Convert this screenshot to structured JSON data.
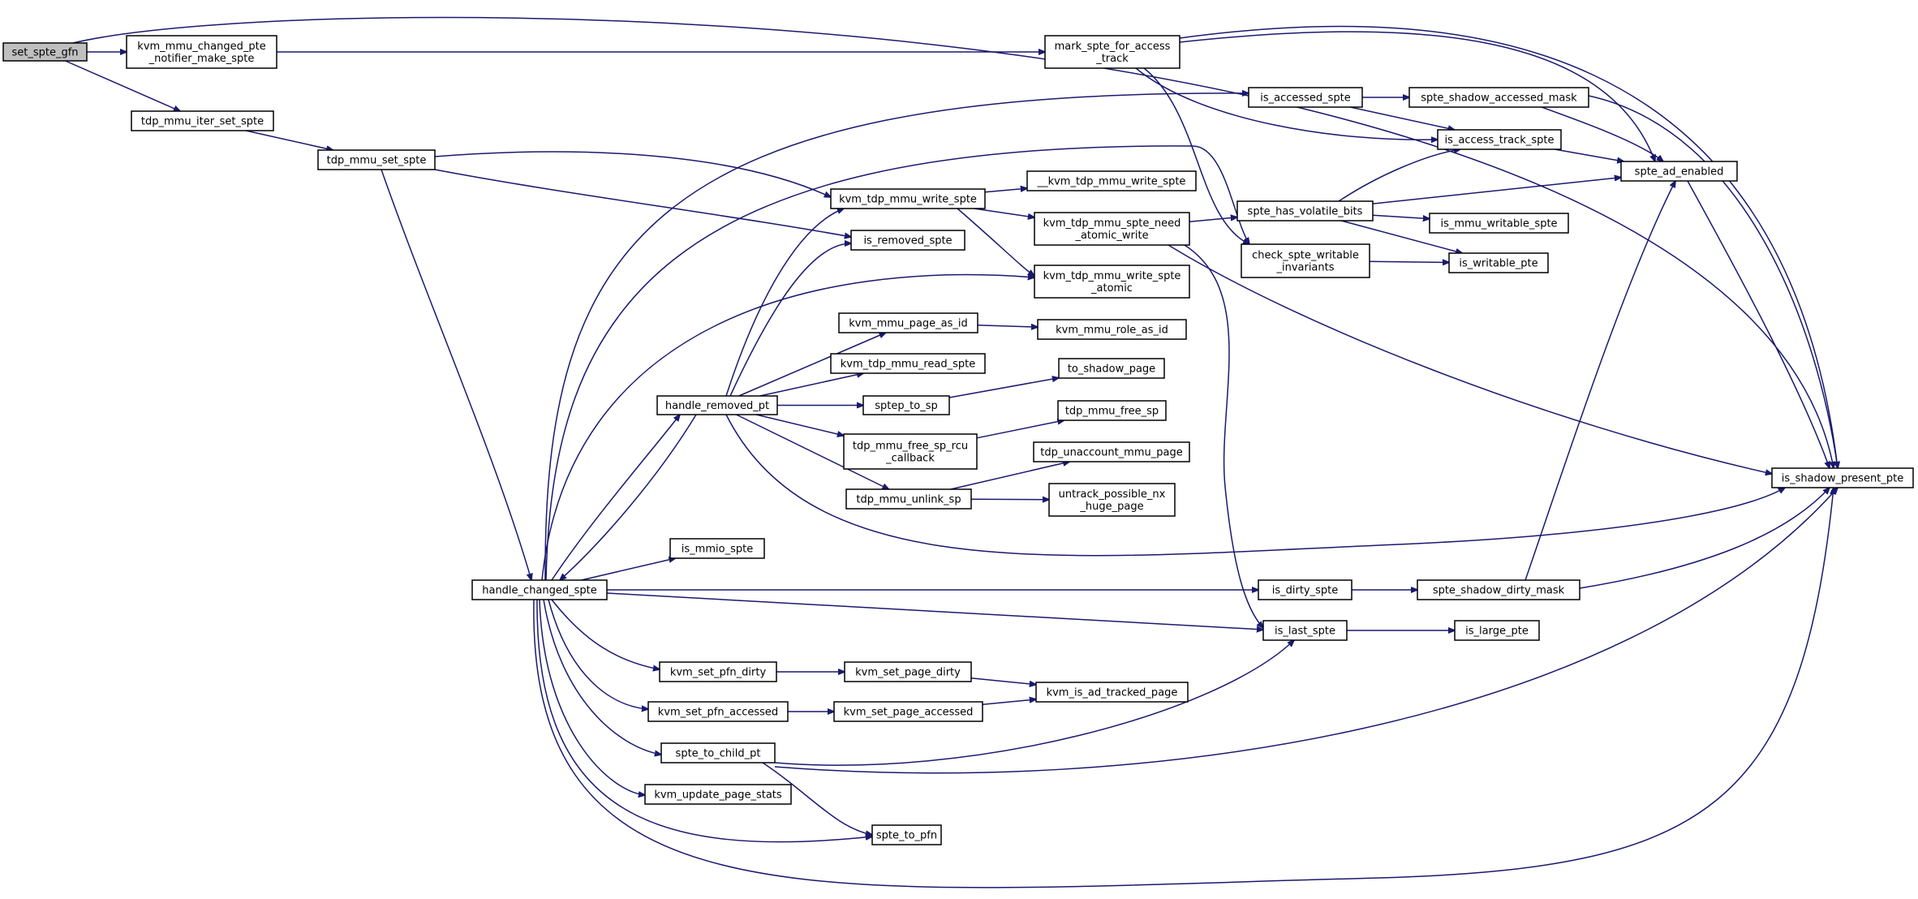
{
  "graph": {
    "nodes": [
      {
        "id": "set_spte_gfn",
        "lines": [
          "set_spte_gfn"
        ],
        "root": true
      },
      {
        "id": "kvm_mmu_changed_pte_notifier_make_spte",
        "lines": [
          "kvm_mmu_changed_pte",
          "_notifier_make_spte"
        ]
      },
      {
        "id": "tdp_mmu_iter_set_spte",
        "lines": [
          "tdp_mmu_iter_set_spte"
        ]
      },
      {
        "id": "tdp_mmu_set_spte",
        "lines": [
          "tdp_mmu_set_spte"
        ]
      },
      {
        "id": "handle_changed_spte",
        "lines": [
          "handle_changed_spte"
        ]
      },
      {
        "id": "handle_removed_pt",
        "lines": [
          "handle_removed_pt"
        ]
      },
      {
        "id": "is_mmio_spte",
        "lines": [
          "is_mmio_spte"
        ]
      },
      {
        "id": "kvm_set_pfn_dirty",
        "lines": [
          "kvm_set_pfn_dirty"
        ]
      },
      {
        "id": "kvm_set_pfn_accessed",
        "lines": [
          "kvm_set_pfn_accessed"
        ]
      },
      {
        "id": "spte_to_child_pt",
        "lines": [
          "spte_to_child_pt"
        ]
      },
      {
        "id": "kvm_update_page_stats",
        "lines": [
          "kvm_update_page_stats"
        ]
      },
      {
        "id": "kvm_tdp_mmu_write_spte",
        "lines": [
          "kvm_tdp_mmu_write_spte"
        ]
      },
      {
        "id": "is_removed_spte",
        "lines": [
          "is_removed_spte"
        ]
      },
      {
        "id": "kvm_mmu_page_as_id",
        "lines": [
          "kvm_mmu_page_as_id"
        ]
      },
      {
        "id": "kvm_tdp_mmu_read_spte",
        "lines": [
          "kvm_tdp_mmu_read_spte"
        ]
      },
      {
        "id": "sptep_to_sp",
        "lines": [
          "sptep_to_sp"
        ]
      },
      {
        "id": "tdp_mmu_free_sp_rcu_callback",
        "lines": [
          "tdp_mmu_free_sp_rcu",
          "_callback"
        ]
      },
      {
        "id": "tdp_mmu_unlink_sp",
        "lines": [
          "tdp_mmu_unlink_sp"
        ]
      },
      {
        "id": "kvm_set_page_dirty",
        "lines": [
          "kvm_set_page_dirty"
        ]
      },
      {
        "id": "kvm_set_page_accessed",
        "lines": [
          "kvm_set_page_accessed"
        ]
      },
      {
        "id": "spte_to_pfn",
        "lines": [
          "spte_to_pfn"
        ]
      },
      {
        "id": "mark_spte_for_access_track",
        "lines": [
          "mark_spte_for_access",
          "_track"
        ]
      },
      {
        "id": "__kvm_tdp_mmu_write_spte",
        "lines": [
          "__kvm_tdp_mmu_write_spte"
        ]
      },
      {
        "id": "kvm_tdp_mmu_spte_need_atomic_write",
        "lines": [
          "kvm_tdp_mmu_spte_need",
          "_atomic_write"
        ]
      },
      {
        "id": "kvm_tdp_mmu_write_spte_atomic",
        "lines": [
          "kvm_tdp_mmu_write_spte",
          "_atomic"
        ]
      },
      {
        "id": "kvm_mmu_role_as_id",
        "lines": [
          "kvm_mmu_role_as_id"
        ]
      },
      {
        "id": "to_shadow_page",
        "lines": [
          "to_shadow_page"
        ]
      },
      {
        "id": "tdp_mmu_free_sp",
        "lines": [
          "tdp_mmu_free_sp"
        ]
      },
      {
        "id": "tdp_unaccount_mmu_page",
        "lines": [
          "tdp_unaccount_mmu_page"
        ]
      },
      {
        "id": "untrack_possible_nx_huge_page",
        "lines": [
          "untrack_possible_nx",
          "_huge_page"
        ]
      },
      {
        "id": "kvm_is_ad_tracked_page",
        "lines": [
          "kvm_is_ad_tracked_page"
        ]
      },
      {
        "id": "is_accessed_spte",
        "lines": [
          "is_accessed_spte"
        ]
      },
      {
        "id": "spte_has_volatile_bits",
        "lines": [
          "spte_has_volatile_bits"
        ]
      },
      {
        "id": "check_spte_writable_invariants",
        "lines": [
          "check_spte_writable",
          "_invariants"
        ]
      },
      {
        "id": "is_dirty_spte",
        "lines": [
          "is_dirty_spte"
        ]
      },
      {
        "id": "is_last_spte",
        "lines": [
          "is_last_spte"
        ]
      },
      {
        "id": "spte_shadow_accessed_mask",
        "lines": [
          "spte_shadow_accessed_mask"
        ]
      },
      {
        "id": "is_access_track_spte",
        "lines": [
          "is_access_track_spte"
        ]
      },
      {
        "id": "is_mmu_writable_spte",
        "lines": [
          "is_mmu_writable_spte"
        ]
      },
      {
        "id": "is_writable_pte",
        "lines": [
          "is_writable_pte"
        ]
      },
      {
        "id": "spte_shadow_dirty_mask",
        "lines": [
          "spte_shadow_dirty_mask"
        ]
      },
      {
        "id": "is_large_pte",
        "lines": [
          "is_large_pte"
        ]
      },
      {
        "id": "spte_ad_enabled",
        "lines": [
          "spte_ad_enabled"
        ]
      },
      {
        "id": "is_shadow_present_pte",
        "lines": [
          "is_shadow_present_pte"
        ]
      }
    ],
    "edges": [
      [
        "set_spte_gfn",
        "kvm_mmu_changed_pte_notifier_make_spte"
      ],
      [
        "set_spte_gfn",
        "tdp_mmu_iter_set_spte"
      ],
      [
        "set_spte_gfn",
        "is_shadow_present_pte"
      ],
      [
        "kvm_mmu_changed_pte_notifier_make_spte",
        "mark_spte_for_access_track"
      ],
      [
        "tdp_mmu_iter_set_spte",
        "tdp_mmu_set_spte"
      ],
      [
        "tdp_mmu_set_spte",
        "kvm_tdp_mmu_write_spte"
      ],
      [
        "tdp_mmu_set_spte",
        "is_removed_spte"
      ],
      [
        "tdp_mmu_set_spte",
        "handle_changed_spte"
      ],
      [
        "mark_spte_for_access_track",
        "spte_ad_enabled"
      ],
      [
        "mark_spte_for_access_track",
        "is_shadow_present_pte"
      ],
      [
        "mark_spte_for_access_track",
        "is_access_track_spte"
      ],
      [
        "mark_spte_for_access_track",
        "check_spte_writable_invariants"
      ],
      [
        "handle_changed_spte",
        "is_accessed_spte"
      ],
      [
        "handle_changed_spte",
        "check_spte_writable_invariants"
      ],
      [
        "handle_changed_spte",
        "handle_removed_pt"
      ],
      [
        "handle_changed_spte",
        "is_mmio_spte"
      ],
      [
        "handle_changed_spte",
        "is_dirty_spte"
      ],
      [
        "handle_changed_spte",
        "is_last_spte"
      ],
      [
        "handle_changed_spte",
        "kvm_set_pfn_dirty"
      ],
      [
        "handle_changed_spte",
        "kvm_set_pfn_accessed"
      ],
      [
        "handle_changed_spte",
        "spte_to_child_pt"
      ],
      [
        "handle_changed_spte",
        "kvm_update_page_stats"
      ],
      [
        "handle_changed_spte",
        "spte_to_pfn"
      ],
      [
        "handle_changed_spte",
        "is_shadow_present_pte"
      ],
      [
        "handle_changed_spte",
        "kvm_tdp_mmu_write_spte_atomic"
      ],
      [
        "handle_removed_pt",
        "handle_changed_spte"
      ],
      [
        "handle_removed_pt",
        "kvm_tdp_mmu_write_spte"
      ],
      [
        "handle_removed_pt",
        "is_removed_spte"
      ],
      [
        "handle_removed_pt",
        "kvm_mmu_page_as_id"
      ],
      [
        "handle_removed_pt",
        "kvm_tdp_mmu_read_spte"
      ],
      [
        "handle_removed_pt",
        "sptep_to_sp"
      ],
      [
        "handle_removed_pt",
        "tdp_mmu_free_sp_rcu_callback"
      ],
      [
        "handle_removed_pt",
        "tdp_mmu_unlink_sp"
      ],
      [
        "handle_removed_pt",
        "is_shadow_present_pte"
      ],
      [
        "kvm_tdp_mmu_write_spte",
        "__kvm_tdp_mmu_write_spte"
      ],
      [
        "kvm_tdp_mmu_write_spte",
        "kvm_tdp_mmu_spte_need_atomic_write"
      ],
      [
        "kvm_tdp_mmu_write_spte",
        "kvm_tdp_mmu_write_spte_atomic"
      ],
      [
        "kvm_tdp_mmu_spte_need_atomic_write",
        "spte_has_volatile_bits"
      ],
      [
        "kvm_tdp_mmu_spte_need_atomic_write",
        "is_last_spte"
      ],
      [
        "kvm_tdp_mmu_spte_need_atomic_write",
        "is_shadow_present_pte"
      ],
      [
        "kvm_mmu_page_as_id",
        "kvm_mmu_role_as_id"
      ],
      [
        "sptep_to_sp",
        "to_shadow_page"
      ],
      [
        "tdp_mmu_free_sp_rcu_callback",
        "tdp_mmu_free_sp"
      ],
      [
        "tdp_mmu_unlink_sp",
        "tdp_unaccount_mmu_page"
      ],
      [
        "tdp_mmu_unlink_sp",
        "untrack_possible_nx_huge_page"
      ],
      [
        "kvm_set_pfn_dirty",
        "kvm_set_page_dirty"
      ],
      [
        "kvm_set_pfn_accessed",
        "kvm_set_page_accessed"
      ],
      [
        "kvm_set_page_dirty",
        "kvm_is_ad_tracked_page"
      ],
      [
        "kvm_set_page_accessed",
        "kvm_is_ad_tracked_page"
      ],
      [
        "spte_to_child_pt",
        "is_last_spte"
      ],
      [
        "spte_to_child_pt",
        "is_shadow_present_pte"
      ],
      [
        "spte_to_child_pt",
        "spte_to_pfn"
      ],
      [
        "is_accessed_spte",
        "spte_shadow_accessed_mask"
      ],
      [
        "is_accessed_spte",
        "is_access_track_spte"
      ],
      [
        "spte_shadow_accessed_mask",
        "spte_ad_enabled"
      ],
      [
        "spte_shadow_accessed_mask",
        "is_shadow_present_pte"
      ],
      [
        "is_access_track_spte",
        "spte_ad_enabled"
      ],
      [
        "spte_has_volatile_bits",
        "is_access_track_spte"
      ],
      [
        "spte_has_volatile_bits",
        "spte_ad_enabled"
      ],
      [
        "spte_has_volatile_bits",
        "is_mmu_writable_spte"
      ],
      [
        "spte_has_volatile_bits",
        "is_writable_pte"
      ],
      [
        "check_spte_writable_invariants",
        "is_writable_pte"
      ],
      [
        "is_dirty_spte",
        "spte_shadow_dirty_mask"
      ],
      [
        "spte_shadow_dirty_mask",
        "spte_ad_enabled"
      ],
      [
        "spte_shadow_dirty_mask",
        "is_shadow_present_pte"
      ],
      [
        "is_last_spte",
        "is_large_pte"
      ],
      [
        "spte_ad_enabled",
        "is_shadow_present_pte"
      ]
    ]
  }
}
